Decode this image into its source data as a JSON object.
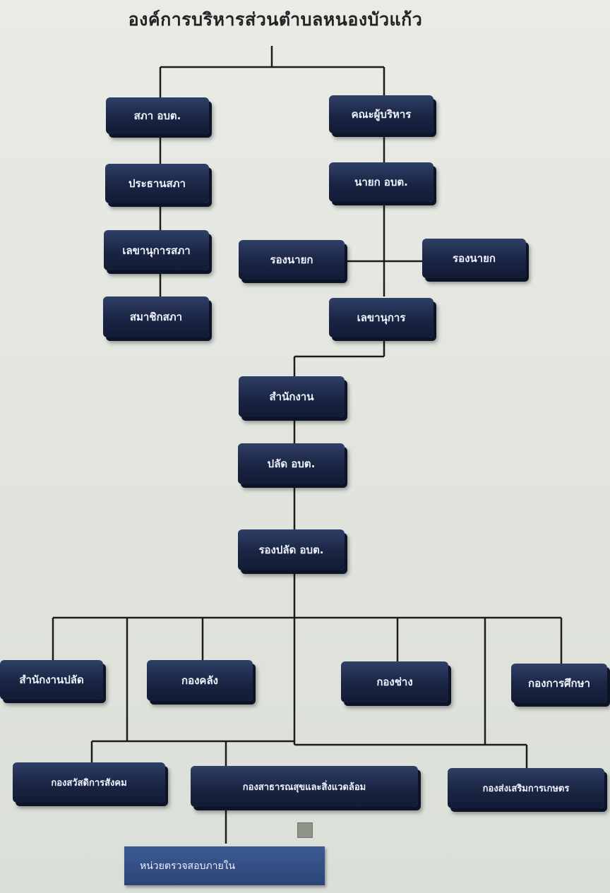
{
  "title": "องค์การบริหารส่วนตำบลหนองบัวแก้ว",
  "nodes": [
    {
      "id": "council",
      "label": "สภา อบต."
    },
    {
      "id": "council-president",
      "label": "ประธานสภา"
    },
    {
      "id": "council-secretary",
      "label": "เลขานุการสภา"
    },
    {
      "id": "council-members",
      "label": "สมาชิกสภา"
    },
    {
      "id": "executive-board",
      "label": "คณะผู้บริหาร"
    },
    {
      "id": "mayor",
      "label": "นายก อบต."
    },
    {
      "id": "deputy-mayor-left",
      "label": "รองนายก"
    },
    {
      "id": "deputy-mayor-right",
      "label": "รองนายก"
    },
    {
      "id": "secretary",
      "label": "เลขานุการ"
    },
    {
      "id": "office",
      "label": "สำนักงาน"
    },
    {
      "id": "chief-administrator",
      "label": "ปลัด อบต."
    },
    {
      "id": "deputy-chief-administrator",
      "label": "รองปลัด อบต."
    },
    {
      "id": "chief-office",
      "label": "สำนักงานปลัด"
    },
    {
      "id": "finance-division",
      "label": "กองคลัง"
    },
    {
      "id": "engineering-division",
      "label": "กองช่าง"
    },
    {
      "id": "education-division",
      "label": "กองการศึกษา"
    },
    {
      "id": "social-welfare-division",
      "label": "กองสวัสดิการสังคม"
    },
    {
      "id": "public-health-division",
      "label": "กองสาธารณสุขและสิ่งแวดล้อม"
    },
    {
      "id": "agriculture-division",
      "label": "กองส่งเสริมการเกษตร"
    },
    {
      "id": "internal-audit-unit",
      "label": "หน่วยตรวจสอบภายใน"
    }
  ]
}
